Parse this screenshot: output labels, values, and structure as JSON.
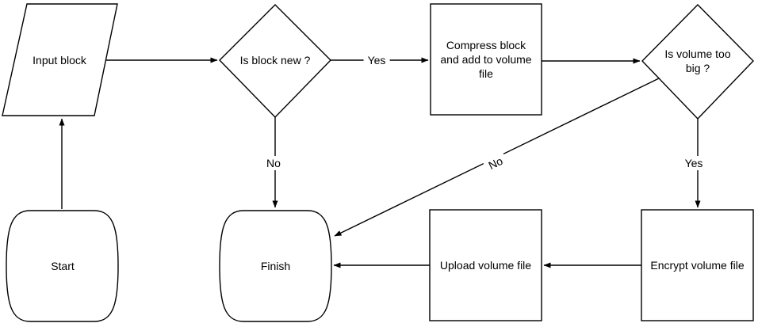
{
  "diagram": {
    "background_color": "#ffffff",
    "stroke_color": "#000000",
    "nodes": {
      "input": {
        "label": "Input block",
        "shape": "parallelogram"
      },
      "is_block_new": {
        "label": "Is block new ?",
        "shape": "decision-diamond"
      },
      "compress": {
        "label": "Compress block and add to volume file",
        "shape": "process-rectangle"
      },
      "is_volume_too_big": {
        "label": "Is volume too big ?",
        "shape": "decision-diamond"
      },
      "start": {
        "label": "Start",
        "shape": "terminator"
      },
      "finish": {
        "label": "Finish",
        "shape": "terminator"
      },
      "upload": {
        "label": "Upload volume file",
        "shape": "process-rectangle"
      },
      "encrypt": {
        "label": "Encrypt volume file",
        "shape": "process-rectangle"
      }
    },
    "connections": [
      {
        "from": "start",
        "to": "input",
        "label": ""
      },
      {
        "from": "input",
        "to": "is_block_new",
        "label": ""
      },
      {
        "from": "is_block_new",
        "to": "compress",
        "label": "Yes"
      },
      {
        "from": "is_block_new",
        "to": "finish",
        "label": "No"
      },
      {
        "from": "compress",
        "to": "is_volume_too_big",
        "label": ""
      },
      {
        "from": "is_volume_too_big",
        "to": "encrypt",
        "label": "Yes"
      },
      {
        "from": "is_volume_too_big",
        "to": "finish",
        "label": "No"
      },
      {
        "from": "encrypt",
        "to": "upload",
        "label": ""
      },
      {
        "from": "upload",
        "to": "finish",
        "label": ""
      }
    ]
  }
}
